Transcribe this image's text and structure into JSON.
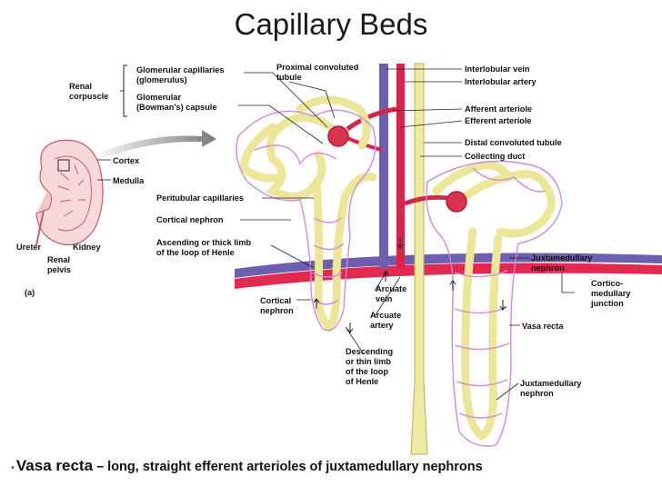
{
  "title": "Capillary Beds",
  "labels": {
    "renal_corpuscle": [
      "Renal",
      "corpuscle"
    ],
    "glomerular_capillaries": [
      "Glomerular capillaries",
      "(glomerulus)"
    ],
    "glomerular_capsule": [
      "Glomerular",
      "(Bowman's) capsule"
    ],
    "proximal_tubule": [
      "Proximal convoluted",
      "tubule"
    ],
    "interlobular_vein": "Interlobular vein",
    "interlobular_artery": "Interlobular artery",
    "afferent_arteriole": "Afferent arteriole",
    "efferent_arteriole": "Efferent arteriole",
    "distal_tubule": "Distal convoluted tubule",
    "collecting_duct": "Collecting duct",
    "cortex": "Cortex",
    "medulla": "Medulla",
    "ureter": "Ureter",
    "kidney": "Kidney",
    "renal_pelvis": [
      "Renal",
      "pelvis"
    ],
    "panel": "(a)",
    "peritubular": "Peritubular capillaries",
    "cortical_nephron_1": "Cortical nephron",
    "ascending_limb": [
      "Ascending or thick limb",
      "of the loop of Henle"
    ],
    "cortical_nephron_2": [
      "Cortical",
      "nephron"
    ],
    "arcuate_vein": [
      "Arcuate",
      "vein"
    ],
    "arcuate_artery": [
      "Arcuate",
      "artery"
    ],
    "descending_limb": [
      "Descending",
      "or thin limb",
      "of the loop",
      "of Henle"
    ],
    "juxta_nephron_1": [
      "Juxtamedullary",
      "nephron"
    ],
    "cortico_junction": [
      "Cortico-",
      "medullary",
      "junction"
    ],
    "vasa_recta": "Vasa recta",
    "juxta_nephron_2": [
      "Juxtamedullary",
      "nephron"
    ]
  },
  "bullet": {
    "marker": "▪",
    "term": "Vasa recta",
    "definition": " – long, straight efferent arterioles of juxtamedullary nephrons"
  },
  "colors": {
    "tubule": "#ece69a",
    "tubule_edge": "#b8ae55",
    "capillary": "#cf8ad6",
    "artery": "#d4264a",
    "vein": "#6e5fb0",
    "duct": "#efe9a6"
  }
}
